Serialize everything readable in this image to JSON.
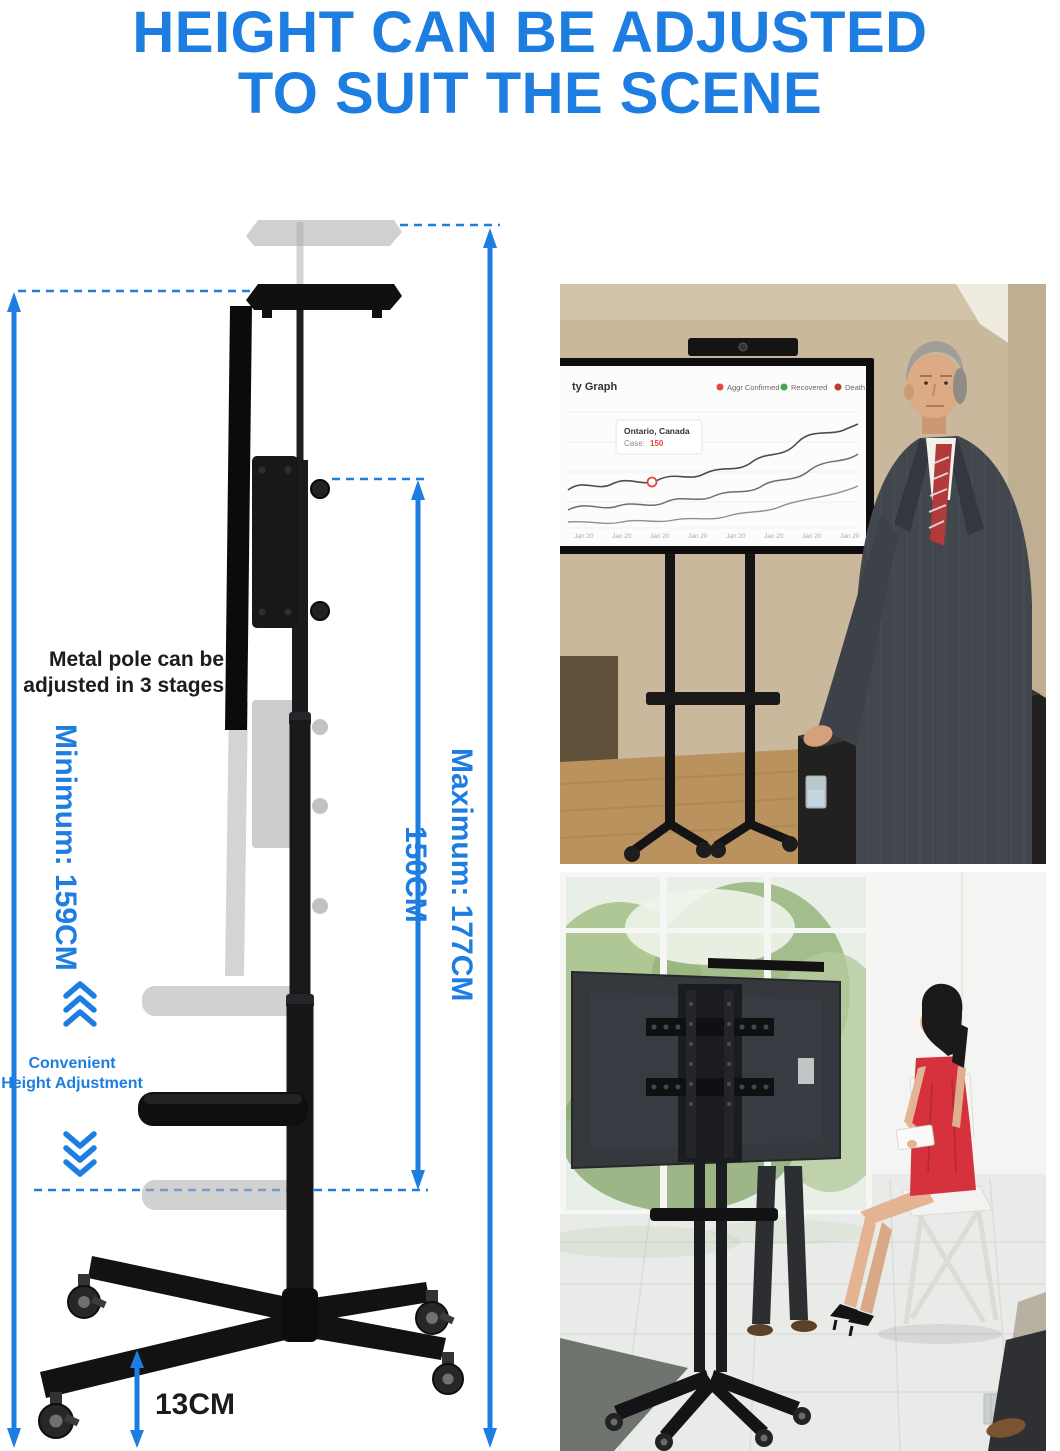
{
  "title": {
    "line1": "HEIGHT CAN BE ADJUSTED",
    "line2": "TO SUIT THE SCENE"
  },
  "colors": {
    "accent_blue": "#1e7de0",
    "stand_black": "#141414",
    "ghost_gray": "#a9a9a9"
  },
  "diagram": {
    "pole_note_line1": "Metal pole can be",
    "pole_note_line2": "adjusted in 3 stages",
    "min_label": "Minimum: 159CM",
    "max_label": "Maximum: 177CM",
    "mid_label": "150CM",
    "base_label": "13CM",
    "adjust_line1": "Convenient",
    "adjust_line2": "Height Adjustment"
  },
  "photo_presentation": {
    "screen": {
      "title": "ty Graph",
      "legend": [
        {
          "label": "Aggr Confirmed",
          "color": "#e04a3f"
        },
        {
          "label": "Recovered",
          "color": "#43a65a"
        },
        {
          "label": "Death",
          "color": "#c03a33"
        }
      ],
      "tooltip_region": "Ontario, Canada",
      "tooltip_case": "Case:",
      "tooltip_value": "150",
      "x_ticks": [
        "Jan 20",
        "Jan 20",
        "Jan 20",
        "Jan 20",
        "Jan 20",
        "Jan 20",
        "Jan 20",
        "Jan 20"
      ]
    }
  }
}
